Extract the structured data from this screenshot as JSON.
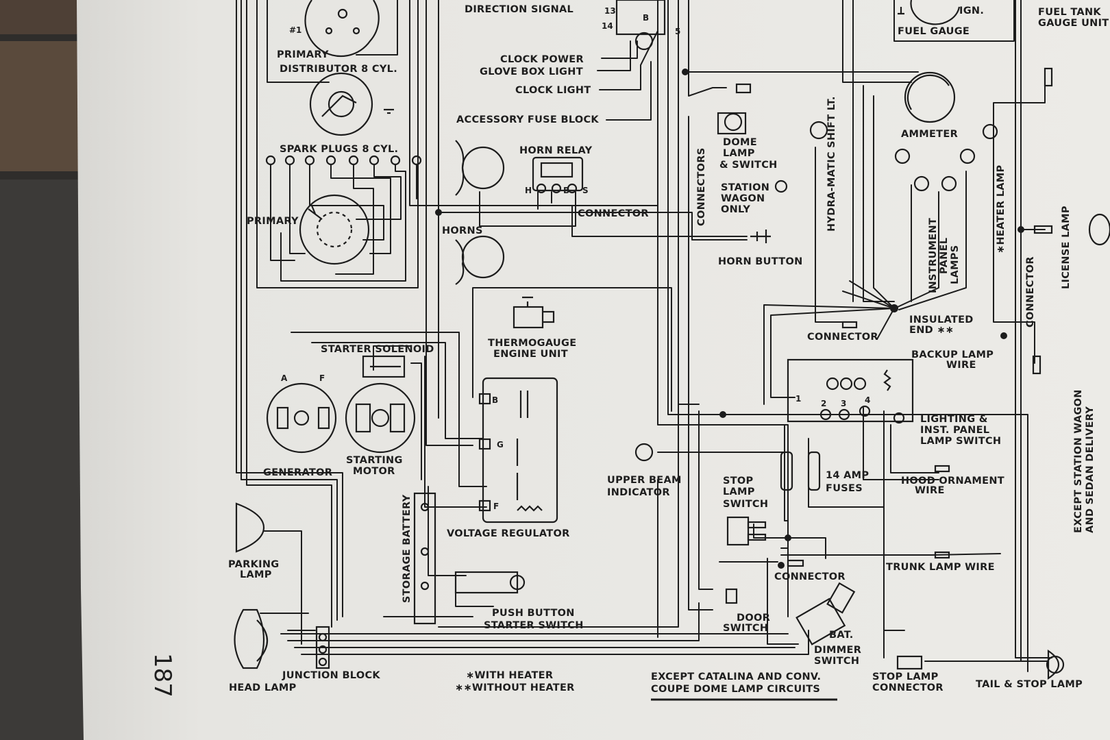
{
  "page_number": "187",
  "colors": {
    "paper": "#e9e8e4",
    "ink": "#1c1c1c",
    "wood_dark": "#2f2d2b",
    "wood_light": "#5a4a3c"
  },
  "labels": {
    "ign": "IGN.",
    "fuel_tank_gauge_unit": [
      "FUEL TANK",
      "GAUGE UNIT"
    ],
    "fuel_gauge": "FUEL GAUGE",
    "direction_signal": "DIRECTION SIGNAL",
    "terminal_13": "13",
    "terminal_14": "14",
    "terminal_5": "5",
    "terminal_b": "B",
    "terminal_1": "#1",
    "primary_top": "PRIMARY",
    "distributor": "DISTRIBUTOR 8 CYL.",
    "clock_power": "CLOCK POWER",
    "glove_box_light": "GLOVE BOX LIGHT",
    "clock_light": "CLOCK LIGHT",
    "accessory_fuse_block": "ACCESSORY FUSE BLOCK",
    "spark_plugs": "SPARK PLUGS 8 CYL.",
    "horn_relay": "HORN RELAY",
    "relay_h": "H",
    "relay_b": "B",
    "relay_s": "S",
    "connector_relay": "CONNECTOR",
    "primary_mid": "PRIMARY",
    "horns": "HORNS",
    "horn_button": "HORN BUTTON",
    "connectors_vertical": "CONNECTORS",
    "dome_lamp_switch": [
      "DOME",
      "LAMP",
      "& SWITCH"
    ],
    "station_wagon_only": [
      "STATION",
      "WAGON",
      "ONLY"
    ],
    "hydra_matic": "HYDRA-MATIC SHIFT LT.",
    "ammeter": "AMMETER",
    "instrument_panel_lamps": [
      "INSTRUMENT",
      "PANEL",
      "LAMPS"
    ],
    "heater_lamp": "∗HEATER LAMP",
    "license_lamp": "LICENSE LAMP",
    "connector_right": "CONNECTOR",
    "thermogauge": [
      "THERMOGAUGE",
      "ENGINE UNIT"
    ],
    "starter_solenoid": "STARTER SOLENOID",
    "gen_a": "A",
    "gen_f": "F",
    "generator": "GENERATOR",
    "starting_motor": [
      "STARTING",
      "MOTOR"
    ],
    "insulated_end": [
      "INSULATED",
      "END ∗∗"
    ],
    "connector_mid": "CONNECTOR",
    "backup_lamp_wire": [
      "BACKUP LAMP",
      "WIRE"
    ],
    "switch_terminals": [
      "1",
      "2",
      "3",
      "4"
    ],
    "lighting_switch": [
      "LIGHTING &",
      "INST. PANEL",
      "LAMP SWITCH"
    ],
    "reg_b": "B",
    "reg_g": "G",
    "reg_f": "F",
    "voltage_regulator": "VOLTAGE REGULATOR",
    "upper_beam_indicator": [
      "UPPER BEAM",
      "INDICATOR"
    ],
    "stop_lamp_switch": [
      "STOP",
      "LAMP",
      "SWITCH"
    ],
    "fuses": [
      "14 AMP",
      "FUSES"
    ],
    "hood_ornament_wire": [
      "HOOD ORNAMENT",
      "WIRE"
    ],
    "except_station_wagon": [
      "EXCEPT STATION WAGON",
      "AND SEDAN DELIVERY"
    ],
    "storage_battery": "STORAGE BATTERY",
    "parking_lamp": [
      "PARKING",
      "LAMP"
    ],
    "trunk_lamp_wire": "TRUNK LAMP WIRE",
    "connector_bottom": "CONNECTOR",
    "push_button_starter": [
      "PUSH BUTTON",
      "STARTER SWITCH"
    ],
    "door_switch": [
      "DOOR",
      "SWITCH"
    ],
    "bat": "BAT.",
    "dimmer_switch": [
      "DIMMER",
      "SWITCH"
    ],
    "head_lamp": "HEAD LAMP",
    "junction_block": "JUNCTION BLOCK",
    "with_heater": "∗WITH HEATER",
    "without_heater": "∗∗WITHOUT HEATER",
    "except_catalina": [
      "EXCEPT CATALINA AND CONV.",
      "COUPE DOME LAMP CIRCUITS"
    ],
    "stop_lamp_connector": [
      "STOP LAMP",
      "CONNECTOR"
    ],
    "tail_stop_lamp": "TAIL & STOP LAMP"
  }
}
